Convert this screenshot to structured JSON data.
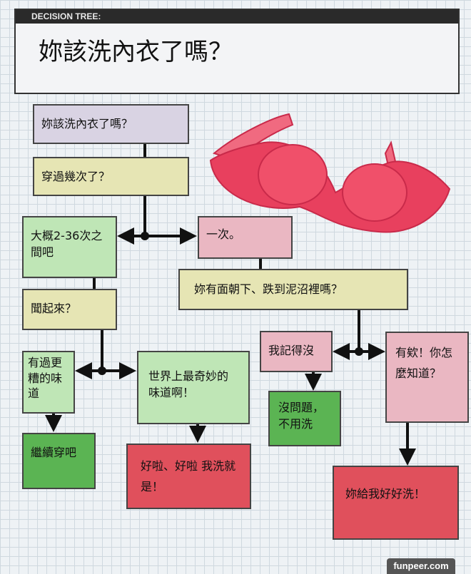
{
  "header": {
    "label": "DECISION TREE:",
    "title": "妳該洗內衣了嗎？"
  },
  "nodes": {
    "q1": "妳該洗內衣了嗎？",
    "q2": "穿過幾次了？",
    "a_many": "大概2-36次之間吧",
    "a_once": "一次。",
    "q_smell": "聞起來？",
    "q_mud": "妳有面朝下、跌到泥沼裡嗎？",
    "a_worse": "有過更糟的味道",
    "a_best": "世界上最奇妙的味道啊！",
    "a_forget": "我記得沒",
    "a_yes": "有欸！你怎麼知道？",
    "r_nowash": "沒問題，不用洗",
    "r_keep": "繼續穿吧",
    "r_okwash": "好啦、好啦 我洗就是！",
    "r_mustwash": "妳給我好好洗！"
  },
  "watermark": "funpeer.com",
  "colors": {
    "purple": "#d9d3e3",
    "yellow": "#e6e5b4",
    "light_green": "#bfe6b6",
    "pink": "#eab7c2",
    "dark_green": "#5bb453",
    "red": "#e0505c"
  }
}
